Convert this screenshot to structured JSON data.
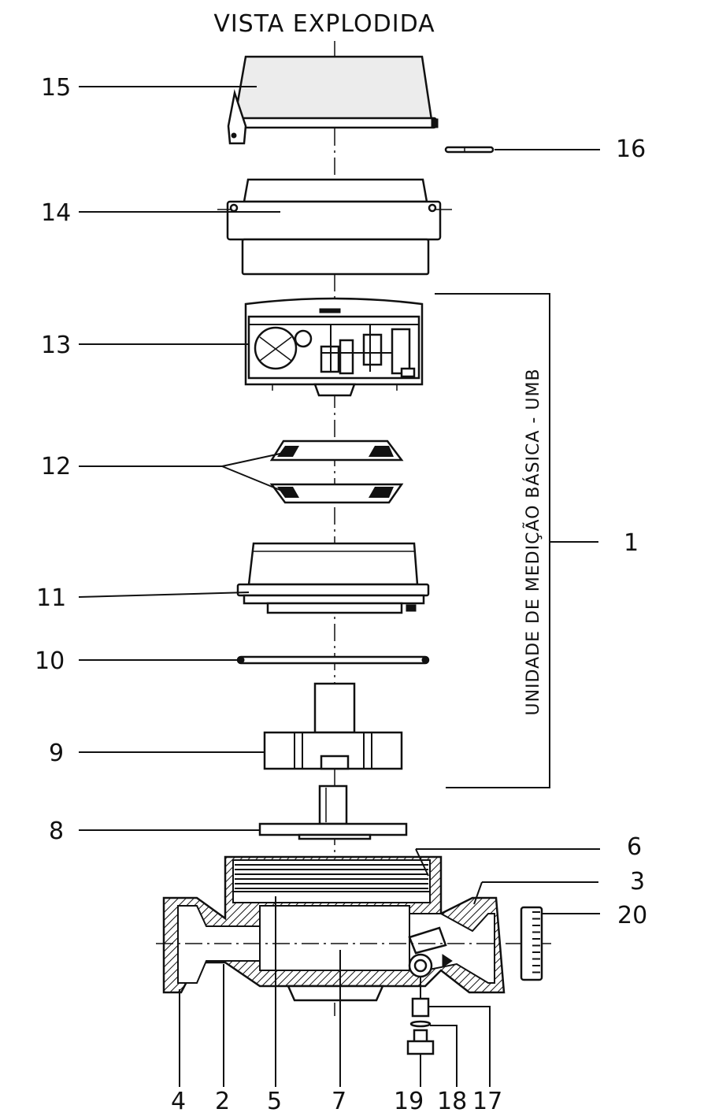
{
  "title": "VISTA EXPLODIDA",
  "group_label": "UNIDADE DE MEDIÇÃO BÁSICA - UMB",
  "callouts": {
    "n1": "1",
    "n2": "2",
    "n3": "3",
    "n4": "4",
    "n5": "5",
    "n6": "6",
    "n7": "7",
    "n8": "8",
    "n9": "9",
    "n10": "10",
    "n11": "11",
    "n12": "12",
    "n13": "13",
    "n14": "14",
    "n15": "15",
    "n16": "16",
    "n17": "17",
    "n18": "18",
    "n19": "19",
    "n20": "20"
  },
  "style": {
    "ink": "#111111",
    "paper": "#ffffff"
  }
}
